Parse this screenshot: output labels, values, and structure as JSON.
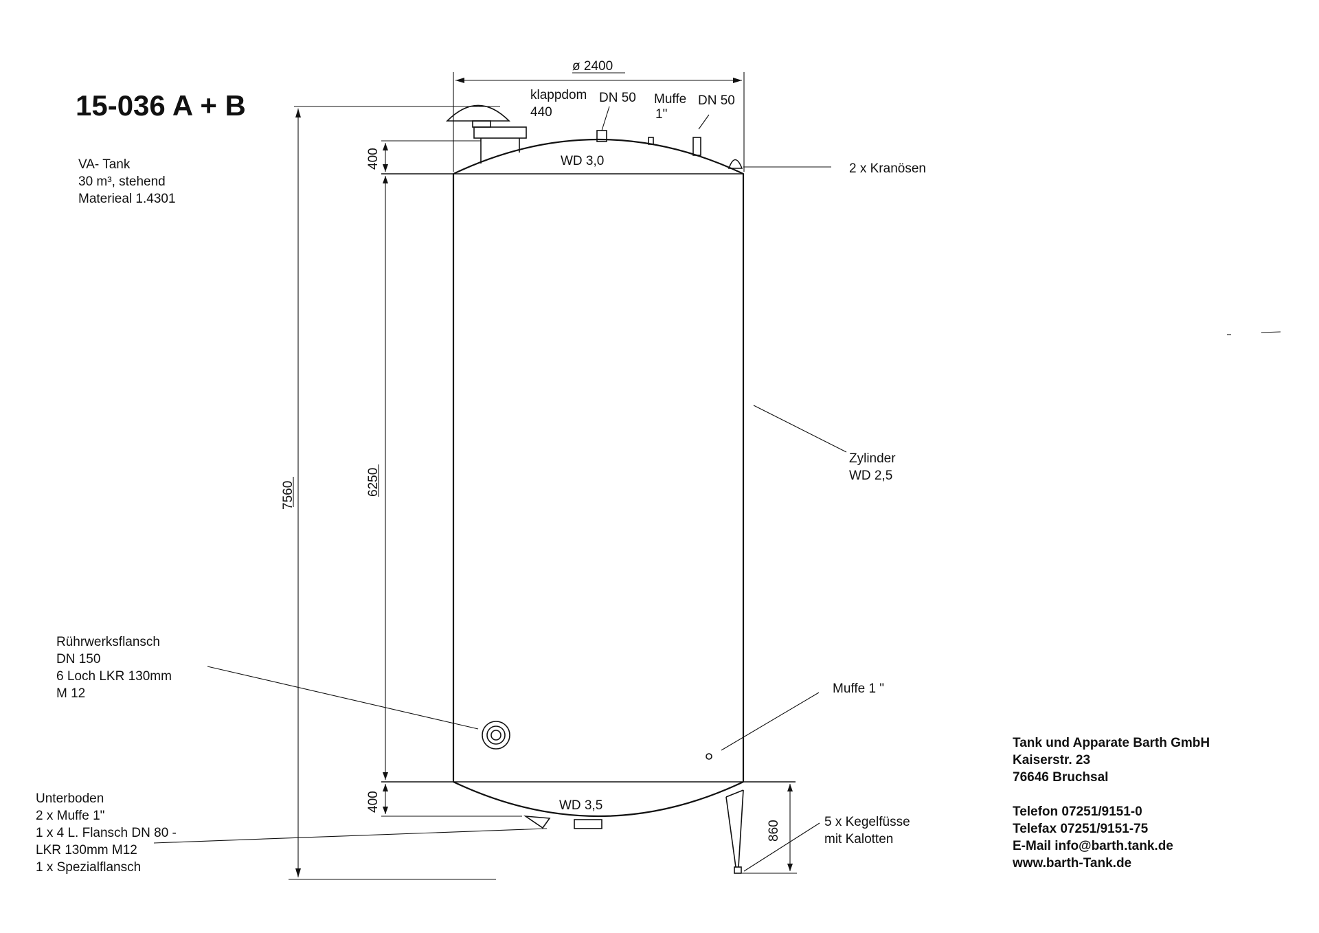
{
  "title": "15-036 A + B",
  "description": [
    "VA- Tank",
    "30 m³, stehend",
    "Materieal 1.4301"
  ],
  "dims": {
    "diameter": "ø  2400",
    "total_height": "7560",
    "cyl_height": "6250",
    "top_head": "400",
    "bottom_head": "400",
    "leg_height": "860"
  },
  "top_fittings": {
    "klappdom_1": "klappdom",
    "klappdom_2": "440",
    "dn50_a": "DN 50",
    "muffe_1": "Muffe",
    "muffe_2": "1\"",
    "dn50_b": "DN 50"
  },
  "top_wall": "WD  3,0",
  "kranosen": "2 x Kranösen",
  "zylinder": [
    "Zylinder",
    "WD  2,5"
  ],
  "ruehrwerk": [
    "Rührwerksflansch",
    "DN 150",
    "6  Loch LKR 130mm",
    "M 12"
  ],
  "muffe_side": "Muffe 1 \"",
  "bottom_wall": "WD  3,5",
  "unterboden": [
    "Unterboden",
    "2 x Muffe 1\"",
    "1 x  4 L. Flansch DN 80 -",
    "LKR 130mm M12",
    "1 x Spezialflansch"
  ],
  "feet": [
    "5 x Kegelfüsse",
    "mit Kalotten"
  ],
  "company": [
    "Tank und Apparate Barth GmbH",
    "Kaiserstr. 23",
    "76646 Bruchsal"
  ],
  "contact": [
    "Telefon 07251/9151-0",
    "Telefax 07251/9151-75",
    "E-Mail info@barth.tank.de",
    "www.barth-Tank.de"
  ]
}
